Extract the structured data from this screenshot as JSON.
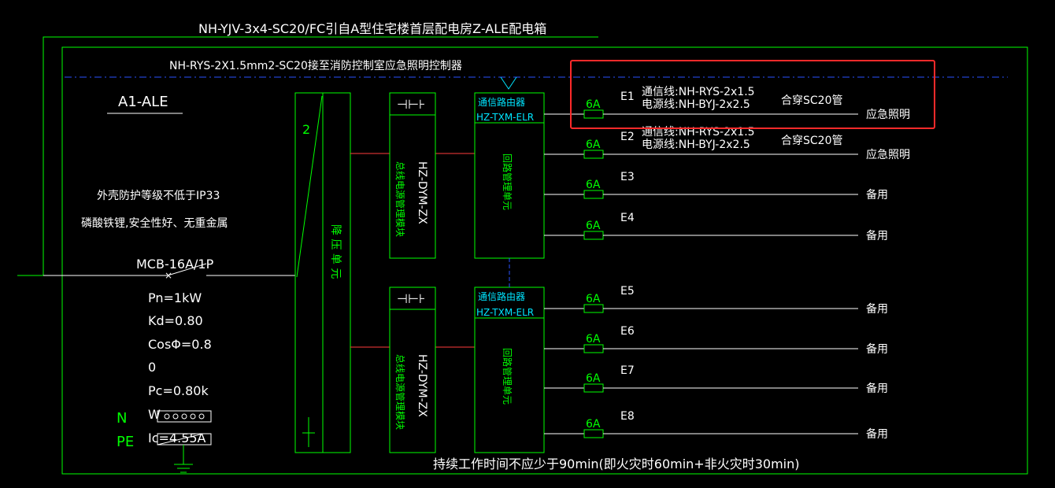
{
  "header": {
    "feeder_cable": "NH-YJV-3x4-SC20/FC引自A型住宅楼首层配电房Z-ALE配电箱",
    "control_cable": "NH-RYS-2X1.5mm2-SC20接至消防控制室应急照明控制器"
  },
  "panel": {
    "name": "A1-ALE",
    "protection_note": "外壳防护等级不低于IP33",
    "battery_note": "磷酸铁锂,安全性好、无重金属",
    "main_breaker": "MCB-16A/1P",
    "params": [
      "Pn=1kW",
      "Kd=0.80",
      "CosΦ=0.8",
      "0",
      "Pc=0.80k",
      "W",
      "Ic=4.55A"
    ],
    "n_label": "N",
    "pe_label": "PE"
  },
  "modules": {
    "stepdown_number": "2",
    "stepdown_label": "降 压 单 元",
    "bus_label": "总线电源管理模块",
    "bus_model": "HZ-DYM-ZX",
    "router_label": "通信路由器",
    "router_model": "HZ-TXM-ELR",
    "loop_label": "回路管理单元",
    "terminal_symbol": "⊣⊢⊦"
  },
  "circuits": [
    {
      "id": "E1",
      "breaker": "6A",
      "comm": "通信线:NH-RYS-2x1.5",
      "power": "电源线:NH-BYJ-2x2.5",
      "conduit": "合穿SC20管",
      "load": "应急照明"
    },
    {
      "id": "E2",
      "breaker": "6A",
      "comm": "通信线:NH-RYS-2x1.5",
      "power": "电源线:NH-BYJ-2x2.5",
      "conduit": "合穿SC20管",
      "load": "应急照明"
    },
    {
      "id": "E3",
      "breaker": "6A",
      "comm": "",
      "power": "",
      "conduit": "",
      "load": "备用"
    },
    {
      "id": "E4",
      "breaker": "6A",
      "comm": "",
      "power": "",
      "conduit": "",
      "load": "备用"
    },
    {
      "id": "E5",
      "breaker": "6A",
      "comm": "",
      "power": "",
      "conduit": "",
      "load": "备用"
    },
    {
      "id": "E6",
      "breaker": "6A",
      "comm": "",
      "power": "",
      "conduit": "",
      "load": "备用"
    },
    {
      "id": "E7",
      "breaker": "6A",
      "comm": "",
      "power": "",
      "conduit": "",
      "load": "备用"
    },
    {
      "id": "E8",
      "breaker": "6A",
      "comm": "",
      "power": "",
      "conduit": "",
      "load": "备用"
    }
  ],
  "footer": {
    "duration_note": "持续工作时间不应少于90min(即火灾时60min+非火灾时30min)"
  },
  "colors": {
    "background": "#000000",
    "frame": "#00ff00",
    "text": "#ffffff",
    "router_text": "#00e5ff",
    "dashed_line": "#2a52ff",
    "link": "#ff3b3b",
    "highlight": "#ff2a2a"
  }
}
